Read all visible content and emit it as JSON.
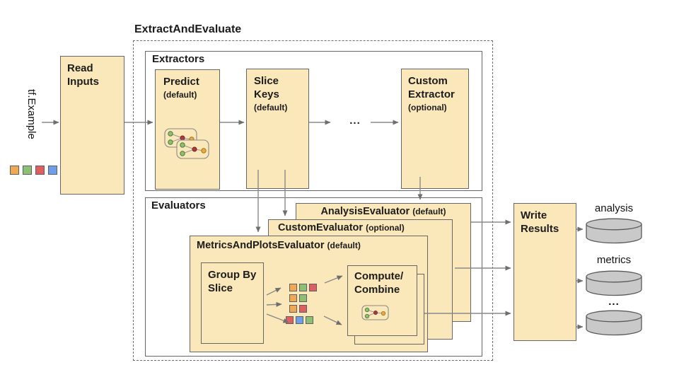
{
  "title": "ExtractAndEvaluate",
  "input": {
    "label": "tf.Example",
    "squares": [
      "orange",
      "green",
      "red",
      "blue"
    ]
  },
  "read_inputs": {
    "label": "Read Inputs"
  },
  "extractors": {
    "label": "Extractors",
    "predict": {
      "name": "Predict",
      "qualifier": "(default)"
    },
    "slice_keys": {
      "name": "Slice Keys",
      "qualifier": "(default)"
    },
    "ellipsis": "...",
    "custom": {
      "name": "Custom Extractor",
      "qualifier": "(optional)"
    }
  },
  "evaluators": {
    "label": "Evaluators",
    "analysis": {
      "name": "AnalysisEvaluator",
      "qualifier": "(default)"
    },
    "custom": {
      "name": "CustomEvaluator",
      "qualifier": "(optional)"
    },
    "metrics_plots": {
      "name": "MetricsAndPlotsEvaluator",
      "qualifier": "(default)"
    },
    "group_by_slice": {
      "label": "Group By Slice"
    },
    "compute_combine": {
      "label": "Compute/ Combine"
    },
    "slice_rows": [
      [
        "orange",
        "green",
        "red"
      ],
      [
        "orange",
        "green"
      ],
      [
        "orange",
        "red"
      ],
      [
        "red",
        "blue",
        "green"
      ]
    ]
  },
  "write_results": {
    "label": "Write Results"
  },
  "outputs": [
    {
      "label": "analysis"
    },
    {
      "label": "metrics"
    },
    {
      "label": "..."
    }
  ],
  "colors": {
    "box_fill": "#fae7ba",
    "box_border": "#666666",
    "orange": "#f0a852",
    "green": "#8fbf72",
    "red": "#de5f5f",
    "blue": "#6f9de8",
    "cylinder_fill": "#c9c9c9",
    "arrow": "#8a8a8a"
  }
}
